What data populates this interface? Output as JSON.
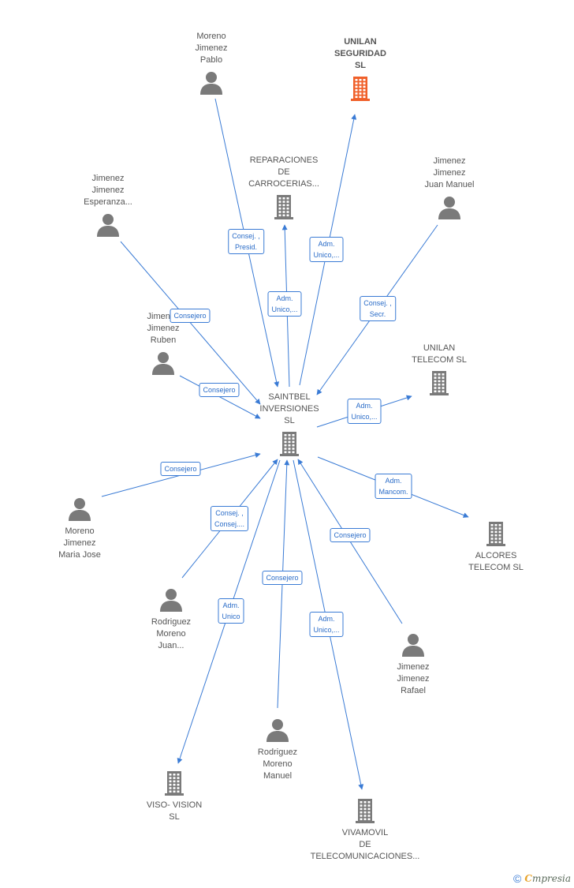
{
  "colors": {
    "edge": "#3a7bd5",
    "person": "#7a7a7a",
    "company": "#7a7a7a",
    "highlight": "#f0602a"
  },
  "nodes": [
    {
      "id": "center",
      "type": "company",
      "label": "SAINTBEL\nINVERSIONES\nSL",
      "icon": "building-icon"
    },
    {
      "id": "unilan-seg",
      "type": "company",
      "label": "UNILAN\nSEGURIDAD\nSL",
      "highlight": true,
      "icon": "building-icon"
    },
    {
      "id": "moreno-pablo",
      "type": "person",
      "label": "Moreno\nJimenez\nPablo",
      "icon": "person-icon"
    },
    {
      "id": "reparaciones",
      "type": "company",
      "label": "REPARACIONES\nDE\nCARROCERIAS...",
      "icon": "building-icon"
    },
    {
      "id": "jimenez-juan",
      "type": "person",
      "label": "Jimenez\nJimenez\nJuan Manuel",
      "icon": "person-icon"
    },
    {
      "id": "jimenez-esperanza",
      "type": "person",
      "label": "Jimenez\nJimenez\nEsperanza...",
      "icon": "person-icon"
    },
    {
      "id": "jimenez-ruben",
      "type": "person",
      "label": "Jimenez\nJimenez\nRuben",
      "icon": "person-icon"
    },
    {
      "id": "unilan-telecom",
      "type": "company",
      "label": "UNILAN\nTELECOM SL",
      "icon": "building-icon"
    },
    {
      "id": "moreno-maria",
      "type": "person",
      "label": "Moreno\nJimenez\nMaria Jose",
      "icon": "person-icon"
    },
    {
      "id": "alcores",
      "type": "company",
      "label": "ALCORES\nTELECOM SL",
      "icon": "building-icon"
    },
    {
      "id": "rodriguez-juan",
      "type": "person",
      "label": "Rodriguez\nMoreno\nJuan...",
      "icon": "person-icon"
    },
    {
      "id": "jimenez-rafael",
      "type": "person",
      "label": "Jimenez\nJimenez\nRafael",
      "icon": "person-icon"
    },
    {
      "id": "rodriguez-manuel",
      "type": "person",
      "label": "Rodriguez\nMoreno\nManuel",
      "icon": "person-icon"
    },
    {
      "id": "viso",
      "type": "company",
      "label": "VISO- VISION\nSL",
      "icon": "building-icon"
    },
    {
      "id": "vivamovil",
      "type": "company",
      "label": "VIVAMOVIL\nDE\nTELECOMUNICACIONES...",
      "icon": "building-icon"
    }
  ],
  "edges": [
    {
      "from": "moreno-pablo",
      "to": "center",
      "label": "Consej. ,\nPresid."
    },
    {
      "from": "center",
      "to": "unilan-seg",
      "label": "Adm.\nUnico,..."
    },
    {
      "from": "center",
      "to": "reparaciones",
      "label": "Adm.\nUnico,..."
    },
    {
      "from": "jimenez-juan",
      "to": "center",
      "label": "Consej. ,\nSecr."
    },
    {
      "from": "jimenez-esperanza",
      "to": "center",
      "label": "Consejero"
    },
    {
      "from": "jimenez-ruben",
      "to": "center",
      "label": "Consejero"
    },
    {
      "from": "center",
      "to": "unilan-telecom",
      "label": "Adm.\nUnico,..."
    },
    {
      "from": "moreno-maria",
      "to": "center",
      "label": "Consejero"
    },
    {
      "from": "center",
      "to": "alcores",
      "label": "Adm.\nMancom."
    },
    {
      "from": "rodriguez-juan",
      "to": "center",
      "label": "Consej. ,\nConsej...."
    },
    {
      "from": "jimenez-rafael",
      "to": "center",
      "label": "Consejero"
    },
    {
      "from": "rodriguez-manuel",
      "to": "center",
      "label": "Consejero"
    },
    {
      "from": "center",
      "to": "viso",
      "label": "Adm.\nUnico"
    },
    {
      "from": "center",
      "to": "vivamovil",
      "label": "Adm.\nUnico,..."
    }
  ],
  "footer": {
    "copyright": "©",
    "brand_initial": "C",
    "brand_rest": "mpresia"
  }
}
